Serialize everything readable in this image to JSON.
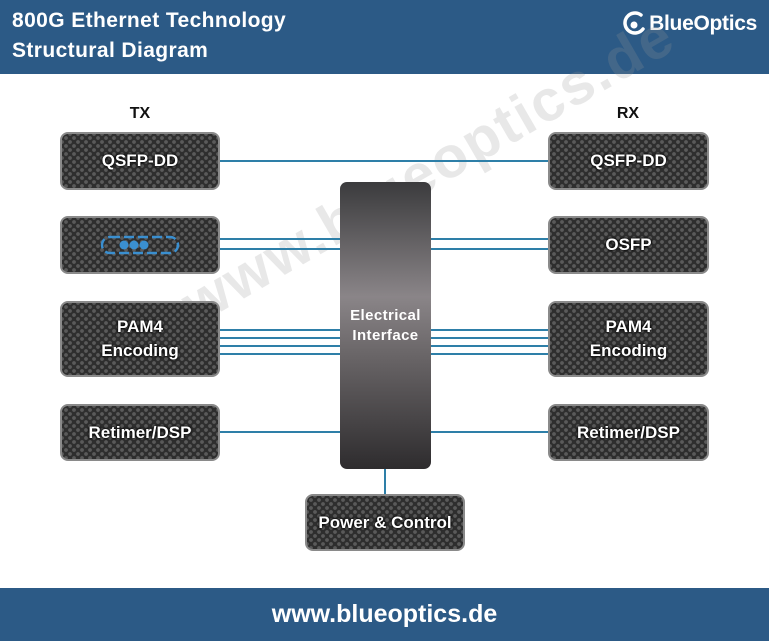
{
  "header": {
    "title_line1": "800G Ethernet Technology",
    "title_line2": "Structural Diagram",
    "logo_text": "BlueOptics"
  },
  "tx": {
    "label": "TX",
    "blocks": [
      {
        "label": "QSFP-DD"
      },
      {
        "label": ""
      },
      {
        "label_line1": "PAM4",
        "label_line2": "Encoding"
      },
      {
        "label": "Retimer/DSP"
      }
    ]
  },
  "rx": {
    "label": "RX",
    "blocks": [
      {
        "label": "QSFP-DD"
      },
      {
        "label": "OSFP"
      },
      {
        "label_line1": "PAM4",
        "label_line2": "Encoding"
      },
      {
        "label": "Retimer/DSP"
      }
    ]
  },
  "center": {
    "line1": "Electrical",
    "line2": "Interface"
  },
  "power": {
    "label": "Power & Control"
  },
  "watermark": "www.blueoptics.de",
  "footer": {
    "url": "www.blueoptics.de"
  },
  "colors": {
    "header_bg": "#2c5a86",
    "connector": "#2e7fa8",
    "block_bg": "#2e2e2e"
  }
}
